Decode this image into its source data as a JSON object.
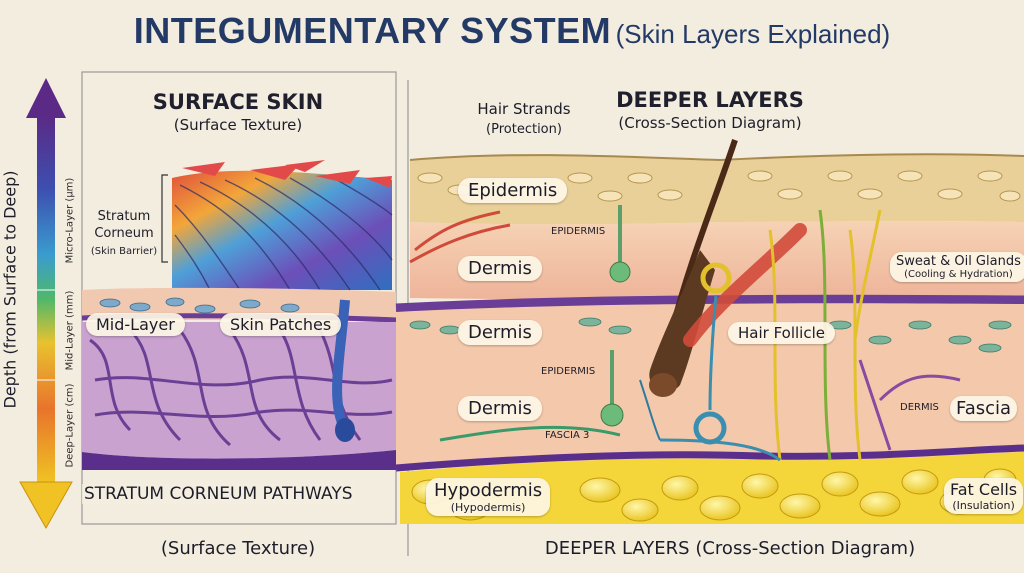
{
  "title": {
    "main": "INTEGUMENTARY SYSTEM",
    "paren": "(Skin Layers Explained)"
  },
  "depth_axis": {
    "label": "Depth (from Surface to Deep)",
    "segments": [
      "Micro-Layer (µm)",
      "Mid-Layer (mm)",
      "Deep-Layer (cm)"
    ]
  },
  "surface_panel": {
    "heading": "SURFACE SKIN",
    "subheading": "(Surface Texture)",
    "stratum_label": "Stratum\nCorneum",
    "stratum_sub": "(Skin Barrier)",
    "mid_layer": "Mid-Layer",
    "skin_patches": "Skin Patches",
    "pathways": "STRATUM CORNEUM PATHWAYS",
    "footer": "(Surface Texture)"
  },
  "deep_panel": {
    "heading": "DEEPER LAYERS",
    "subheading": "(Cross-Section Diagram)",
    "hair_strands": "Hair Strands",
    "hair_strands_sub": "(Protection)",
    "epidermis": "Epidermis",
    "dermis_1": "Dermis",
    "dermis_2": "Dermis",
    "dermis_3": "Dermis",
    "small_epidermis_1": "EPIDERMIS",
    "small_epidermis_2": "EPIDERMIS",
    "fascia_small": "FASCIA 3",
    "dermis_small": "DERMIS",
    "sweat_glands": "Sweat & Oil Glands",
    "sweat_glands_sub": "(Cooling & Hydration)",
    "hair_follicle": "Hair Follicle",
    "fascia": "Fascia",
    "hypodermis": "Hypodermis",
    "hypodermis_sub": "(Hypodermis)",
    "fat_cells": "Fat Cells",
    "fat_cells_sub": "(Insulation)",
    "footer": "DEEPER LAYERS (Cross-Section Diagram)"
  },
  "colors": {
    "title": "#233a66",
    "epidermis": "#e9cf98",
    "dermis": "#f2c6a6",
    "hypodermis": "#f4d63a",
    "membrane": "#6a3d96"
  }
}
